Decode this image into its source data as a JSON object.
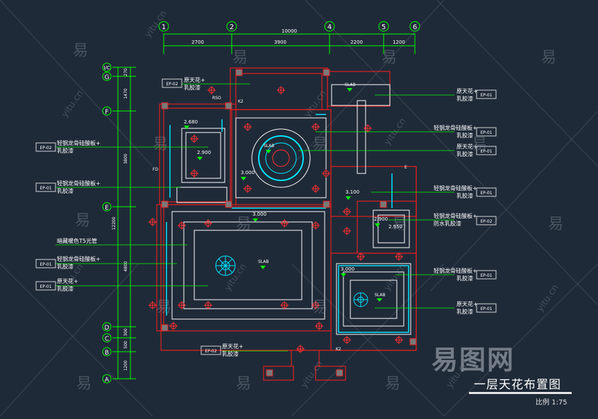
{
  "drawing": {
    "title": "一层天花布置图",
    "scale": "比例 1:75",
    "watermark_logo": "易图网",
    "watermark_mark": "易",
    "watermark_url": "yitu.cn"
  },
  "grid_top": {
    "axes": [
      "1",
      "2",
      "4",
      "5",
      "6"
    ],
    "overall": "10000",
    "segments": [
      "2700",
      "3900",
      "2200",
      "1200"
    ]
  },
  "grid_left": {
    "axes": [
      "I/C",
      "G",
      "F",
      "E",
      "D",
      "C",
      "B",
      "A"
    ],
    "dims": [
      "270",
      "1470",
      "3800",
      "12200",
      "4800",
      "300",
      "500",
      "1200"
    ]
  },
  "labels": {
    "lbl_ep02_top": [
      "原天花+",
      "乳胶漆"
    ],
    "lbl_ep01_right1": [
      "原天花+",
      "乳胶漆"
    ],
    "lbl_ep01_right2": [
      "轻钢龙骨硅酸板+",
      "乳胶漆"
    ],
    "lbl_ep01_right3": [
      "原天花+",
      "乳胶漆"
    ],
    "lbl_ep02_left": [
      "轻钢龙骨硅酸板+",
      "乳胶漆"
    ],
    "lbl_ep01_left": [
      "轻钢龙骨硅酸板+",
      "乳胶漆"
    ],
    "lbl_t5": [
      "暗藏暖色T5光管"
    ],
    "lbl_ep01_left2": [
      "轻钢龙骨硅酸板+",
      "乳胶漆"
    ],
    "lbl_ep01_left3": [
      "原天花+",
      "乳胶漆"
    ],
    "lbl_ep01_right4": [
      "轻钢龙骨硅酸板+",
      "乳胶漆"
    ],
    "lbl_ep02_right5": [
      "轻钢龙骨硅酸板+",
      "防水乳胶漆"
    ],
    "lbl_ep01_right6": [
      "轻钢龙骨硅酸板+",
      "乳胶漆"
    ],
    "lbl_ep01_right7": [
      "原天花+",
      "乳胶漆"
    ],
    "lbl_ep02_bottom": [
      "原天花+",
      "乳胶漆"
    ]
  },
  "tags": {
    "ep01": "EP-01",
    "ep02": "EP-02"
  },
  "levels": {
    "h2680": "2.680",
    "h2900": "2.900",
    "h3000a": "3.000",
    "h3000b": "3.000",
    "h3100": "3.100",
    "h2900b": "2.900",
    "h2950": "2.950",
    "h3000c": "3.000",
    "slab": "SLAB"
  },
  "marks": {
    "rso": "RSO",
    "k2": "K2",
    "fd": "FD",
    "e": "E"
  },
  "colors": {
    "background": "#1f2a38",
    "wall": "#e02020",
    "ceiling": "#ffffff",
    "leader": "#00ff00",
    "dimension": "#00ff00",
    "light": "#00e5ff",
    "fixture": "#ff3030",
    "magenta": "#ff40ff"
  }
}
